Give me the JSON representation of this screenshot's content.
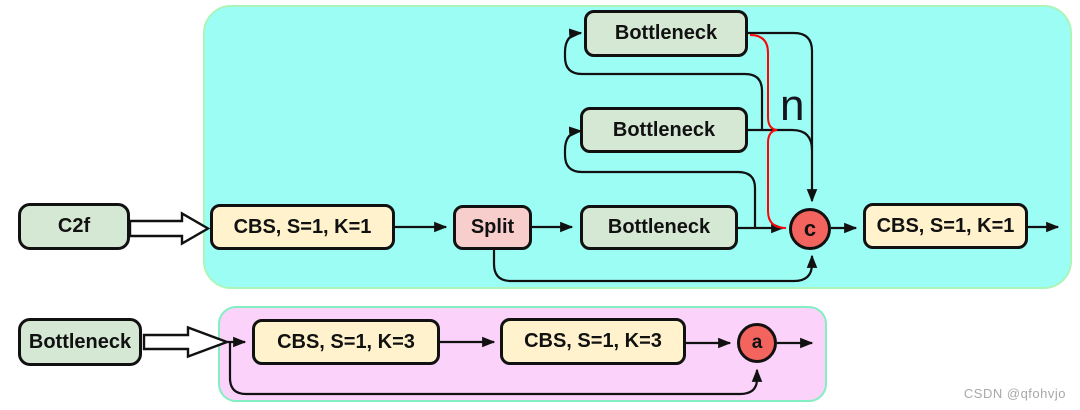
{
  "colors": {
    "canvas_bg": "#ffffff",
    "c2f_container_bg": "#9bfdf4",
    "c2f_container_border": "#abf5bb",
    "bottleneck_container_bg": "#fad2fa",
    "bottleneck_container_border": "#83eec2",
    "green_box": "#d5e8d4",
    "cream_box": "#fff2cc",
    "split_box": "#f8cecc",
    "circle_fill": "#f4645f",
    "line": "#111111",
    "repeat_bracket": "#fb0508",
    "watermark": "#a8a8a8"
  },
  "c2f_module": {
    "module_label": "C2f",
    "cbs_in": "CBS, S=1, K=1",
    "split": "Split",
    "bottleneck_main": "Bottleneck",
    "bottleneck_mid": "Bottleneck",
    "bottleneck_top": "Bottleneck",
    "concat_symbol": "c",
    "repeat_count": "n",
    "cbs_out": "CBS, S=1, K=1"
  },
  "bottleneck_module": {
    "module_label": "Bottleneck",
    "cbs_first": "CBS, S=1, K=3",
    "cbs_second": "CBS, S=1, K=3",
    "add_symbol": "a"
  },
  "watermark": "CSDN @qfohvjo"
}
